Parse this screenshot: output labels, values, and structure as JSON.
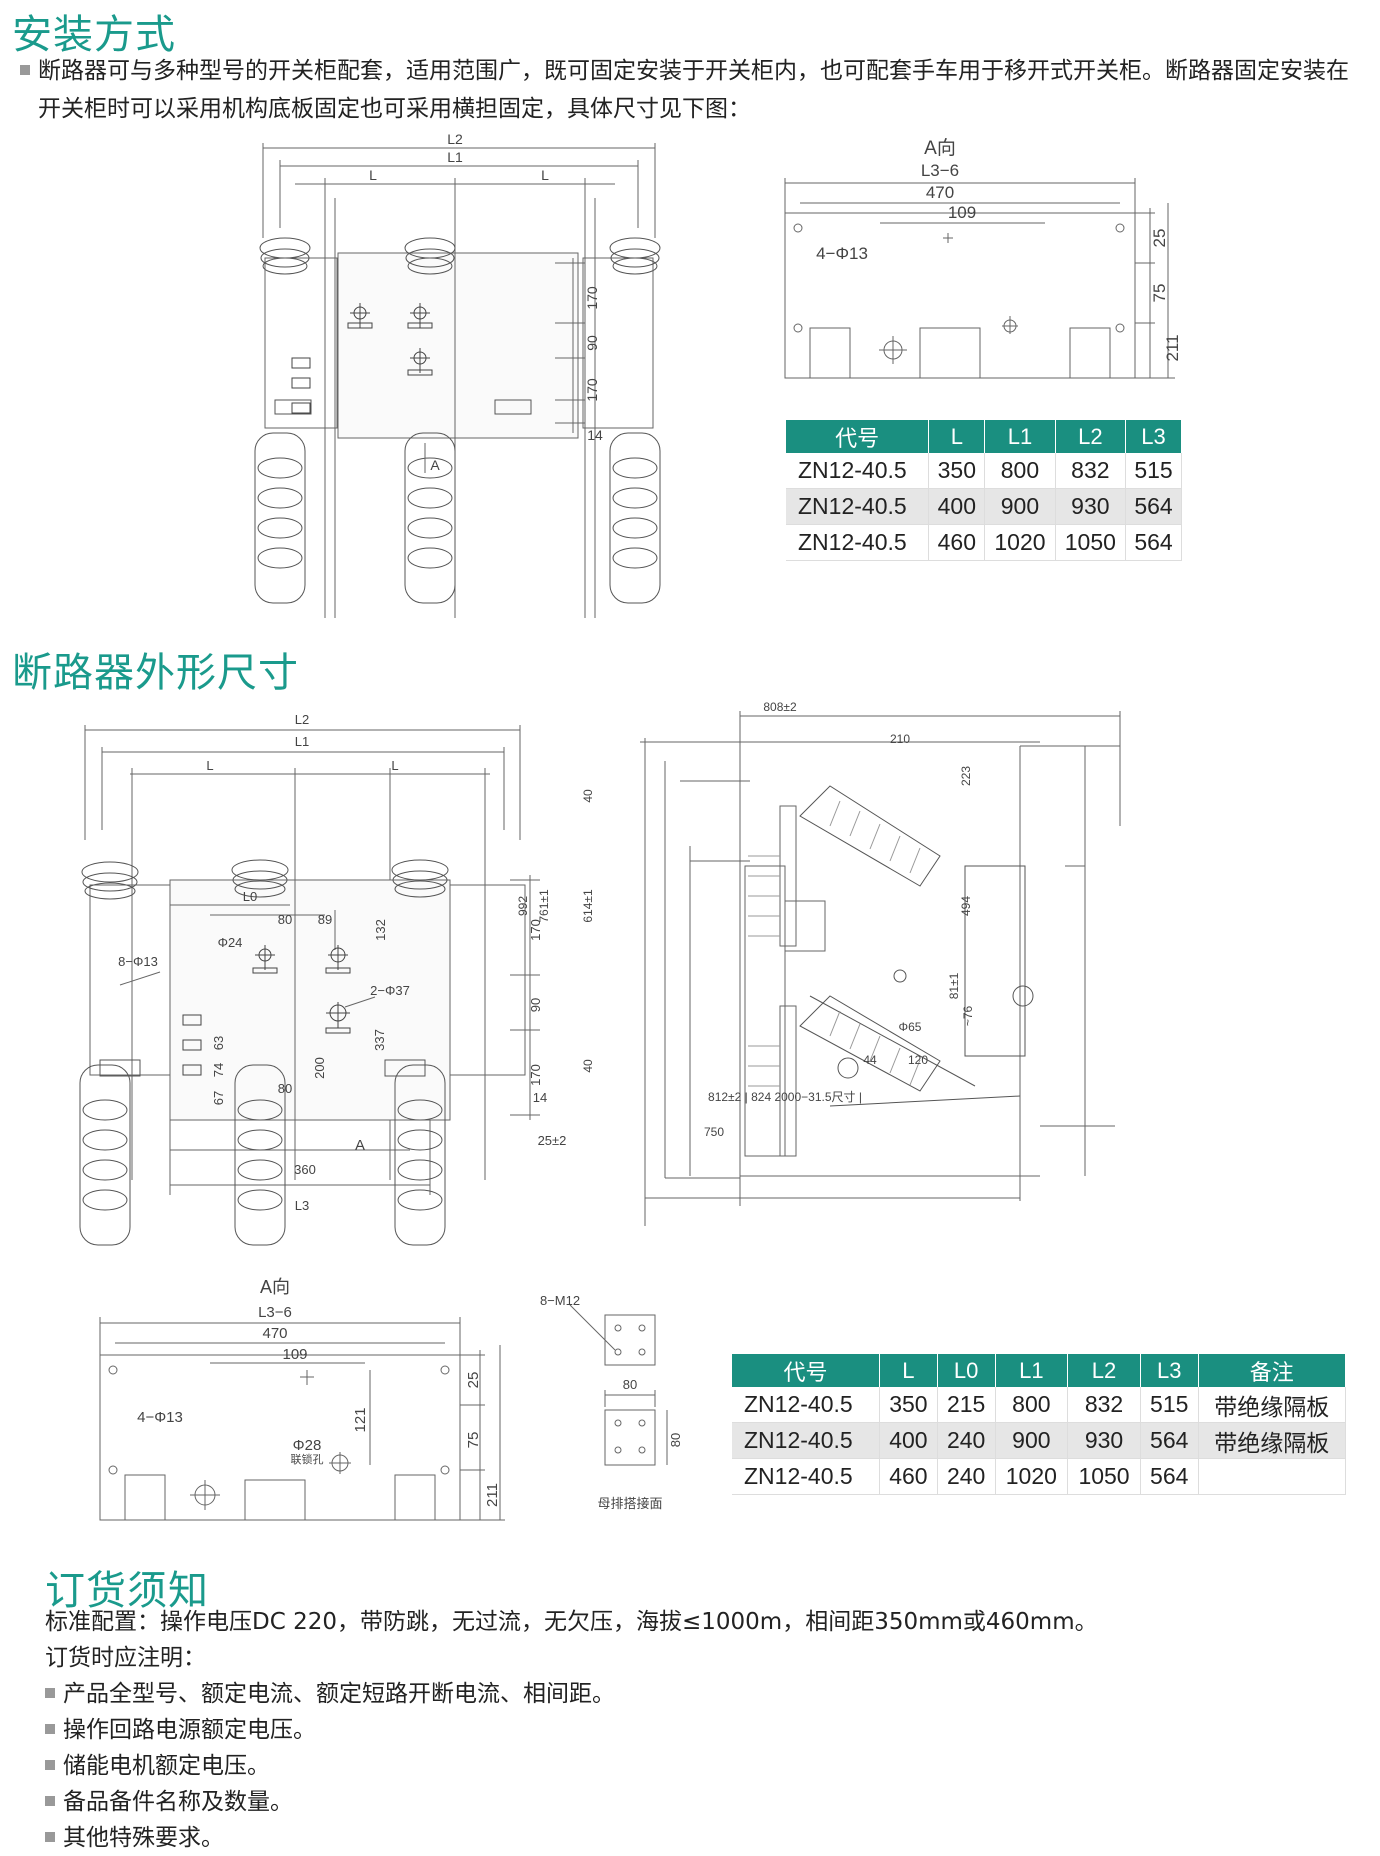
{
  "section1": {
    "title": "安装方式",
    "para_line1": "断路器可与多种型号的开关柜配套，适用范围广，既可固定安装于开关柜内，也可配套手车用于移开式开关柜。断路器固定安装在",
    "para_line2": "开关柜时可以采用机构底板固定也可采用横担固定，具体尺寸见下图："
  },
  "drawing1": {
    "L2": "L2",
    "L1": "L1",
    "L": "L",
    "d170": "170",
    "d90": "90",
    "d14": "14",
    "A": "A"
  },
  "drawing2": {
    "title": "A向",
    "L3_6": "L3−6",
    "d470": "470",
    "d109": "109",
    "hole": "4−Φ13",
    "d25": "25",
    "d75": "75",
    "d211": "211"
  },
  "table1": {
    "headers": [
      "代号",
      "L",
      "L1",
      "L2",
      "L3"
    ],
    "rows": [
      [
        "ZN12-40.5",
        "350",
        "800",
        "832",
        "515"
      ],
      [
        "ZN12-40.5",
        "400",
        "900",
        "930",
        "564"
      ],
      [
        "ZN12-40.5",
        "460",
        "1020",
        "1050",
        "564"
      ]
    ]
  },
  "section2": {
    "title": "断路器外形尺寸"
  },
  "drawing3": {
    "L2": "L2",
    "L1": "L1",
    "L": "L",
    "L0": "L0",
    "d80": "80",
    "d89": "89",
    "d132": "132",
    "phi24": "Φ24",
    "holes8": "8−Φ13",
    "holes2": "2−Φ37",
    "d170a": "170",
    "d90": "90",
    "d170b": "170",
    "d63": "63",
    "d74": "74",
    "d67": "67",
    "d200": "200",
    "d337": "337",
    "d80b": "80",
    "d14": "14",
    "d25": "25±2",
    "A": "A",
    "d360": "360",
    "L3": "L3"
  },
  "drawing4": {
    "d808": "808±2",
    "d210": "210",
    "d223": "223",
    "d40a": "40",
    "d992": "992",
    "d761": "761±1",
    "d614": "614±1",
    "d494": "494",
    "d81": "81±1",
    "d76": "~76",
    "phi65": "Φ65",
    "d44": "44",
    "d120": "120",
    "d40b": "40",
    "bottom": "812±2 | 824  2000−31.5尺寸 |",
    "d750": "750"
  },
  "drawing5": {
    "title": "A向",
    "L3_6": "L3−6",
    "d470": "470",
    "d109": "109",
    "hole": "4−Φ13",
    "phi28": "Φ28",
    "phi28_note": "联锁孔",
    "d121": "121",
    "d25": "25",
    "d75": "75",
    "d211": "211"
  },
  "drawing6": {
    "m12": "8−M12",
    "d80a": "80",
    "d80b": "80",
    "caption": "母排搭接面"
  },
  "table2": {
    "headers": [
      "代号",
      "L",
      "L0",
      "L1",
      "L2",
      "L3",
      "备注"
    ],
    "rows": [
      [
        "ZN12-40.5",
        "350",
        "215",
        "800",
        "832",
        "515",
        "带绝缘隔板"
      ],
      [
        "ZN12-40.5",
        "400",
        "240",
        "900",
        "930",
        "564",
        "带绝缘隔板"
      ],
      [
        "ZN12-40.5",
        "460",
        "240",
        "1020",
        "1050",
        "564",
        ""
      ]
    ]
  },
  "section3": {
    "title": "订货须知",
    "standard": "标准配置：操作电压DC 220，带防跳，无过流，无欠压，海拔≤1000m，相间距350mm或460mm。",
    "note": "订货时应注明：",
    "items": [
      "产品全型号、额定电流、额定短路开断电流、相间距。",
      "操作回路电源额定电压。",
      "储能电机额定电压。",
      "备品备件名称及数量。",
      "其他特殊要求。"
    ]
  }
}
